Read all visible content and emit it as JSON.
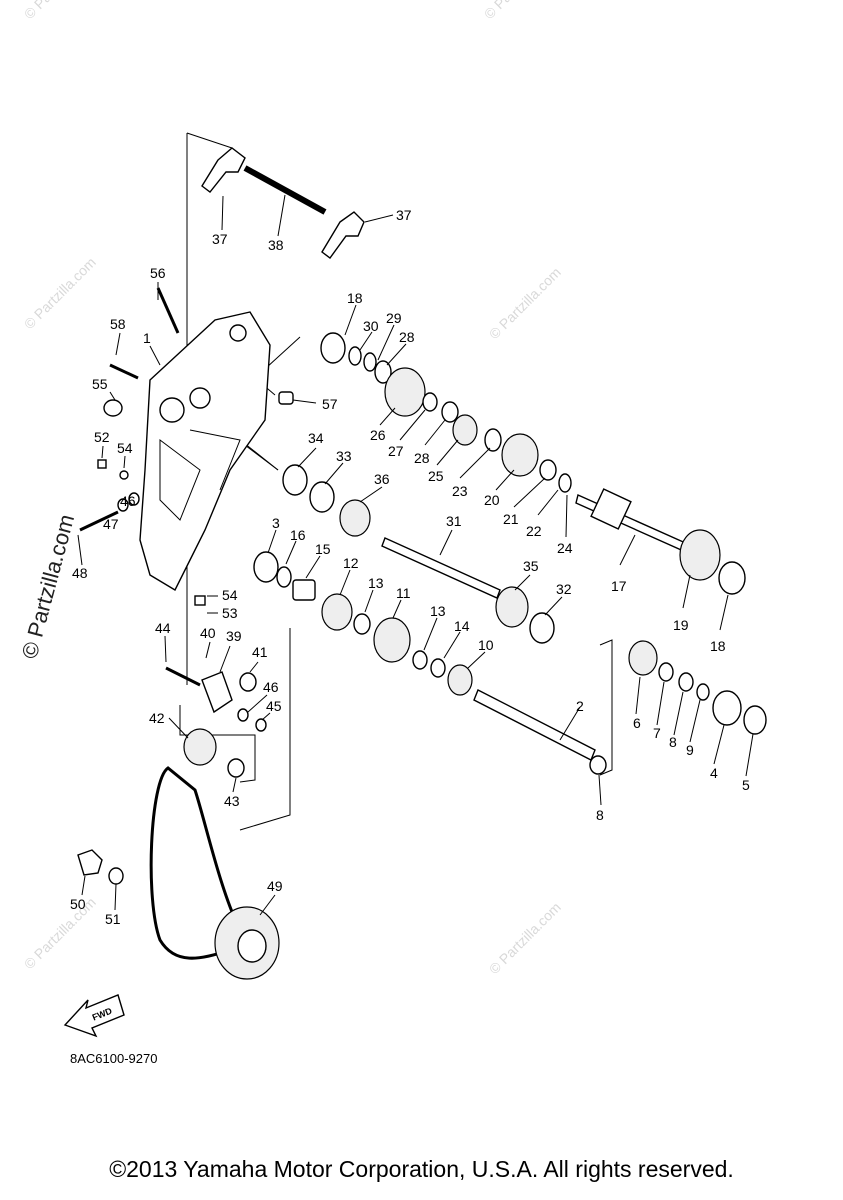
{
  "diagram": {
    "callouts": [
      {
        "label": "1"
      },
      {
        "label": "2"
      },
      {
        "label": "3"
      },
      {
        "label": "4"
      },
      {
        "label": "5"
      },
      {
        "label": "6"
      },
      {
        "label": "7"
      },
      {
        "label": "8"
      },
      {
        "label": "8"
      },
      {
        "label": "9"
      },
      {
        "label": "10"
      },
      {
        "label": "11"
      },
      {
        "label": "12"
      },
      {
        "label": "13"
      },
      {
        "label": "13"
      },
      {
        "label": "14"
      },
      {
        "label": "15"
      },
      {
        "label": "16"
      },
      {
        "label": "17"
      },
      {
        "label": "18"
      },
      {
        "label": "18"
      },
      {
        "label": "19"
      },
      {
        "label": "20"
      },
      {
        "label": "21"
      },
      {
        "label": "22"
      },
      {
        "label": "23"
      },
      {
        "label": "24"
      },
      {
        "label": "25"
      },
      {
        "label": "26"
      },
      {
        "label": "27"
      },
      {
        "label": "28"
      },
      {
        "label": "28"
      },
      {
        "label": "29"
      },
      {
        "label": "30"
      },
      {
        "label": "31"
      },
      {
        "label": "32"
      },
      {
        "label": "33"
      },
      {
        "label": "34"
      },
      {
        "label": "35"
      },
      {
        "label": "36"
      },
      {
        "label": "37"
      },
      {
        "label": "37"
      },
      {
        "label": "38"
      },
      {
        "label": "39"
      },
      {
        "label": "40"
      },
      {
        "label": "41"
      },
      {
        "label": "42"
      },
      {
        "label": "43"
      },
      {
        "label": "44"
      },
      {
        "label": "45"
      },
      {
        "label": "46"
      },
      {
        "label": "46"
      },
      {
        "label": "47"
      },
      {
        "label": "48"
      },
      {
        "label": "49"
      },
      {
        "label": "50"
      },
      {
        "label": "51"
      },
      {
        "label": "52"
      },
      {
        "label": "53"
      },
      {
        "label": "54"
      },
      {
        "label": "54"
      },
      {
        "label": "55"
      },
      {
        "label": "56"
      },
      {
        "label": "57"
      },
      {
        "label": "58"
      }
    ],
    "fwd_label": "FWD",
    "diagram_code": "8AC6100-9270",
    "watermark_text": "© Partzilla.com"
  },
  "footer": {
    "copyright": "©2013 Yamaha Motor Corporation, U.S.A. All rights reserved."
  }
}
